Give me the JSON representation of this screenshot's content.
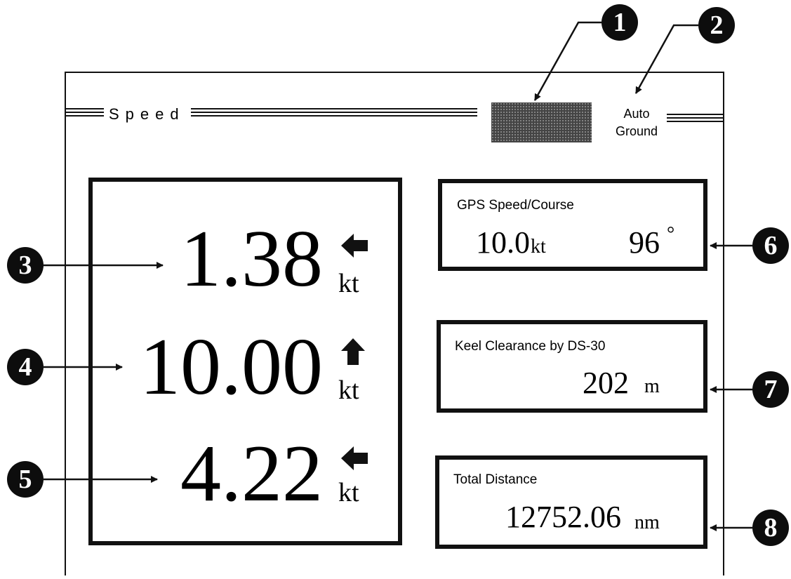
{
  "header": {
    "title": "Speed",
    "mode_line1": "Auto",
    "mode_line2": "Ground"
  },
  "speeds": [
    {
      "value": "1.38",
      "unit": "kt",
      "direction": "left"
    },
    {
      "value": "10.00",
      "unit": "kt",
      "direction": "up"
    },
    {
      "value": "4.22",
      "unit": "kt",
      "direction": "left"
    }
  ],
  "gps": {
    "label": "GPS Speed/Course",
    "speed": "10.0",
    "speed_unit": "kt",
    "course": "96",
    "course_unit": "°"
  },
  "keel": {
    "label": "Keel Clearance by DS-30",
    "value": "202",
    "unit": "m"
  },
  "distance": {
    "label": "Total Distance",
    "value": "12752.06",
    "unit": "nm"
  },
  "callouts": [
    "1",
    "2",
    "3",
    "4",
    "5",
    "6",
    "7",
    "8"
  ]
}
